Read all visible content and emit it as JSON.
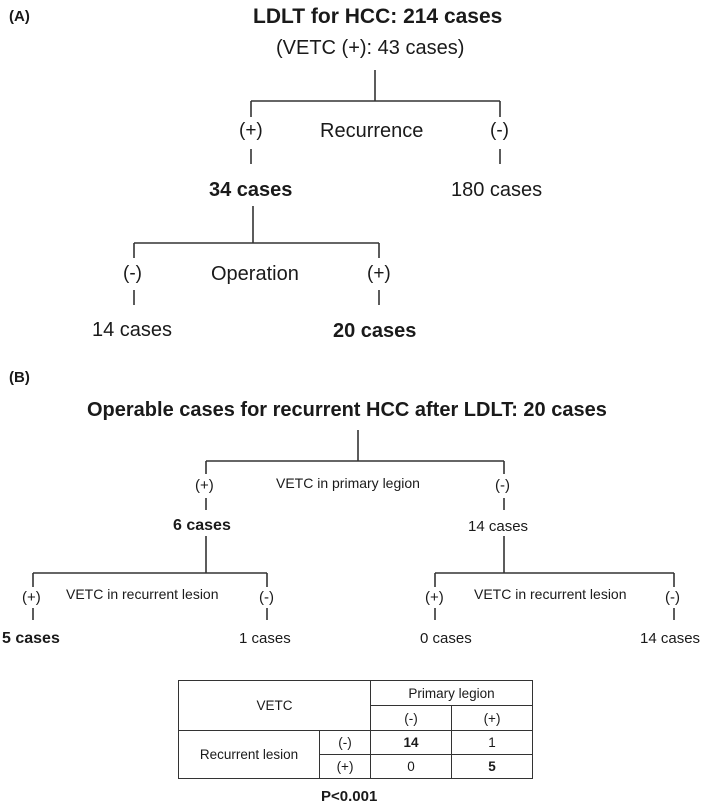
{
  "panel_a": {
    "label": "(A)",
    "title": "LDLT for HCC: 214 cases",
    "subtitle": "(VETC (+): 43 cases)",
    "split1": {
      "label": "Recurrence",
      "left": "(+)",
      "right": "(-)",
      "left_result": "34 cases",
      "right_result": "180 cases"
    },
    "split2": {
      "label": "Operation",
      "left": "(-)",
      "right": "(+)",
      "left_result": "14 cases",
      "right_result": "20 cases"
    }
  },
  "panel_b": {
    "label": "(B)",
    "title": "Operable cases for recurrent HCC after LDLT: 20 cases",
    "split1": {
      "label": "VETC in primary legion",
      "left": "(+)",
      "right": "(-)",
      "left_result": "6 cases",
      "right_result": "14 cases"
    },
    "split2_left": {
      "label": "VETC in recurrent lesion",
      "left": "(+)",
      "right": "(-)",
      "left_result": "5 cases",
      "right_result": "1 cases"
    },
    "split2_right": {
      "label": "VETC in recurrent lesion",
      "left": "(+)",
      "right": "(-)",
      "left_result": "0 cases",
      "right_result": "14 cases"
    },
    "table": {
      "corner": "VETC",
      "col_group": "Primary legion",
      "col_neg": "(-)",
      "col_pos": "(+)",
      "row_group": "Recurrent lesion",
      "row_neg": "(-)",
      "row_pos": "(+)",
      "neg_neg": "14",
      "neg_pos": "1",
      "pos_neg": "0",
      "pos_pos": "5"
    },
    "p_value": "P<0.001"
  }
}
